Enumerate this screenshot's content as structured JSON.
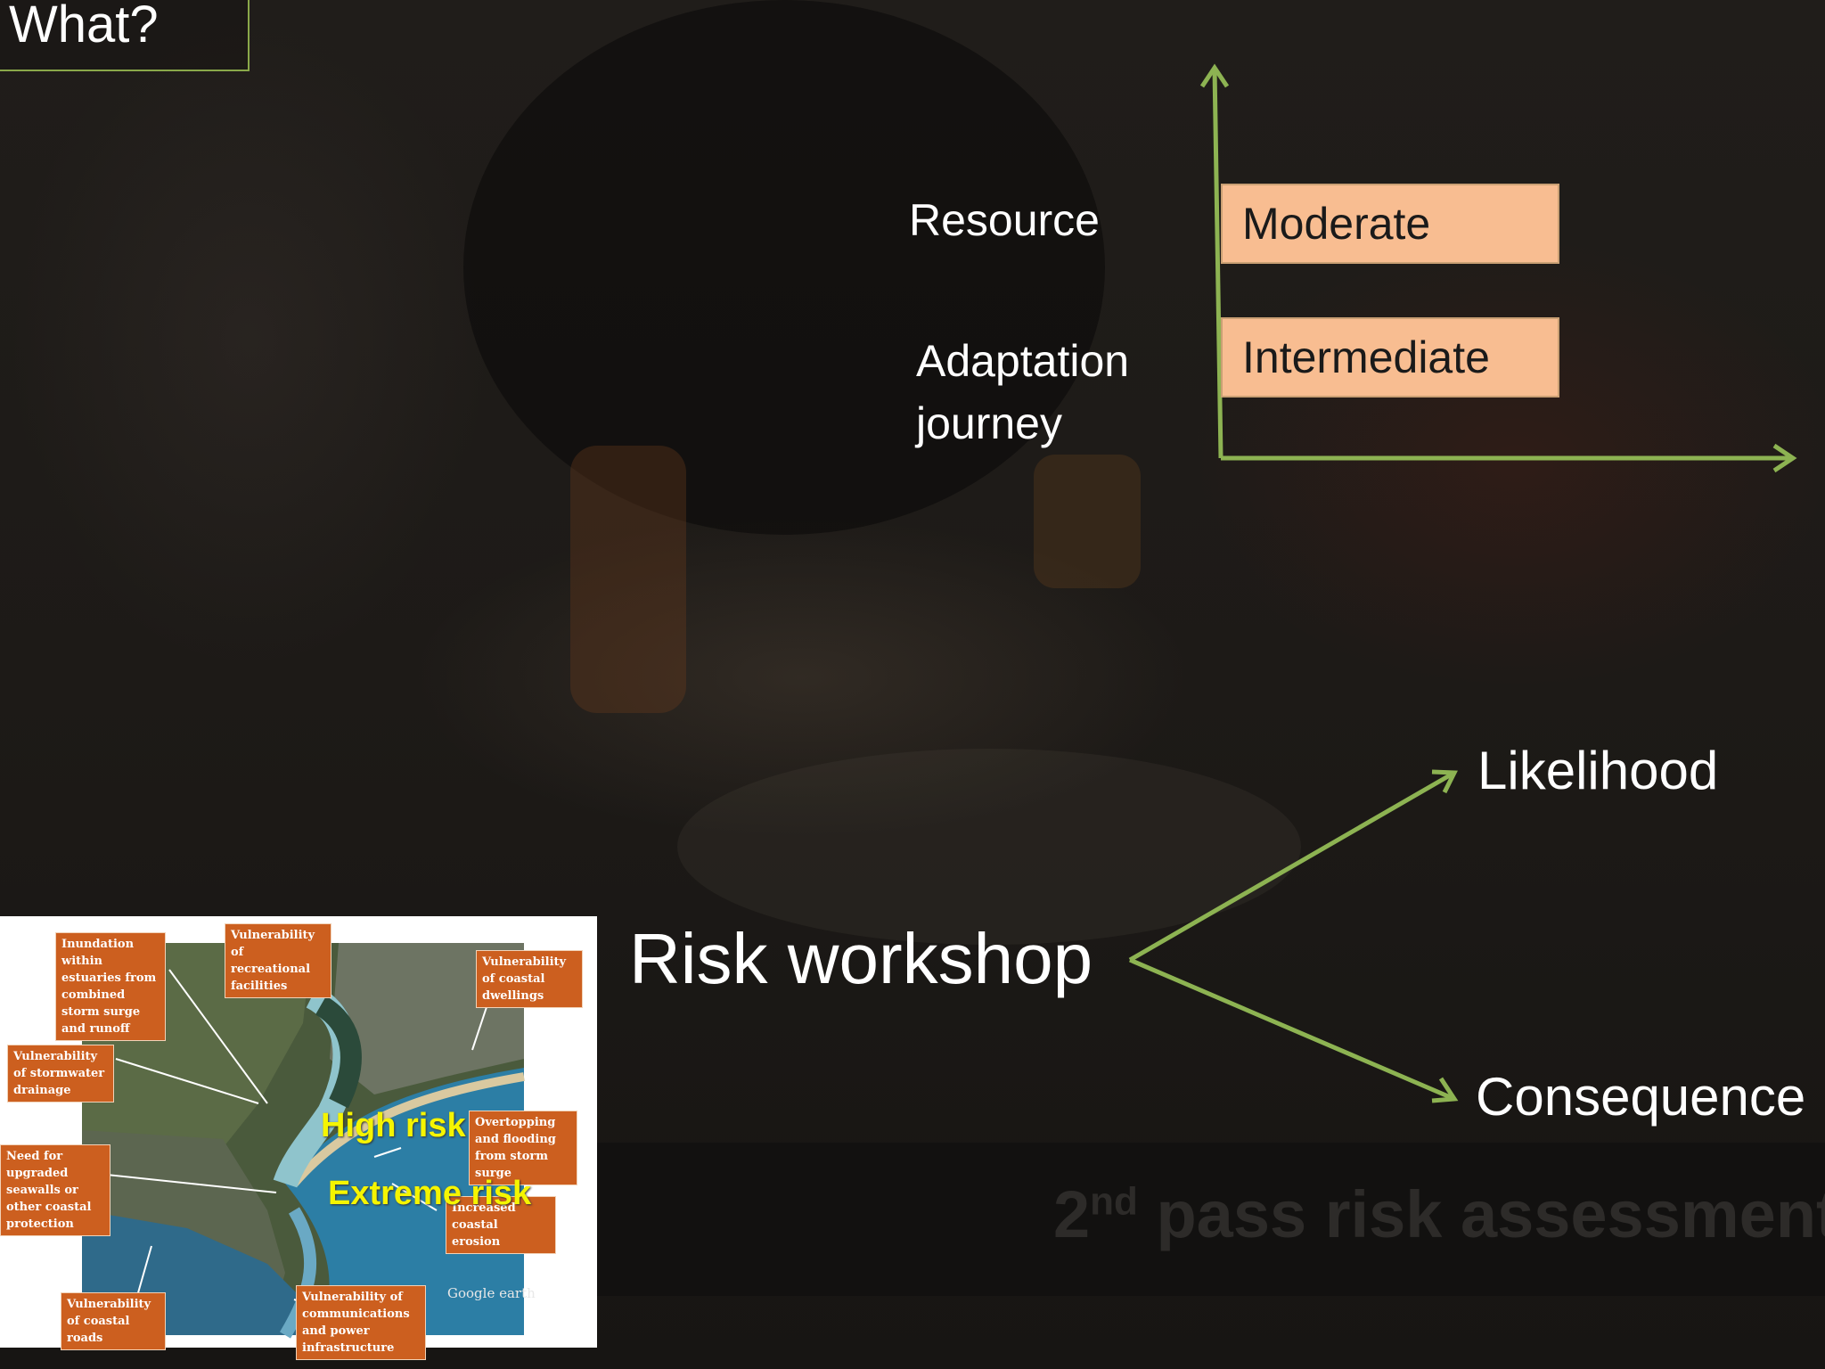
{
  "slide": {
    "title": "What?",
    "axis_chart": {
      "y_labels": [
        "Resource",
        "Adaptation",
        "journey"
      ],
      "boxes": [
        "Moderate",
        "Intermediate"
      ]
    },
    "workshop": {
      "title": "Risk workshop",
      "branches": [
        "Likelihood",
        "Consequence"
      ]
    },
    "banner": {
      "prefix": "2",
      "superscript": "nd",
      "text": "pass risk assessment"
    },
    "map": {
      "callouts": [
        "Inundation within estuaries from combined storm surge and runoff",
        "Vulnerability of recreational facilities",
        "Vulnerability of coastal dwellings",
        "Vulnerability of stormwater drainage",
        "Overtopping and flooding from storm surge",
        "Need for upgraded seawalls or other coastal protection",
        "Increased coastal erosion",
        "Vulnerability of coastal roads",
        "Vulnerability of communications and power infrastructure"
      ],
      "risk_labels": [
        "High risk",
        "Extreme risk"
      ],
      "watermark": "Google earth"
    },
    "colors": {
      "accent_green": "#8db352",
      "box_fill": "#f8bd91",
      "callout_orange": "#cc5f1f",
      "risk_yellow": "#f5f500"
    }
  }
}
